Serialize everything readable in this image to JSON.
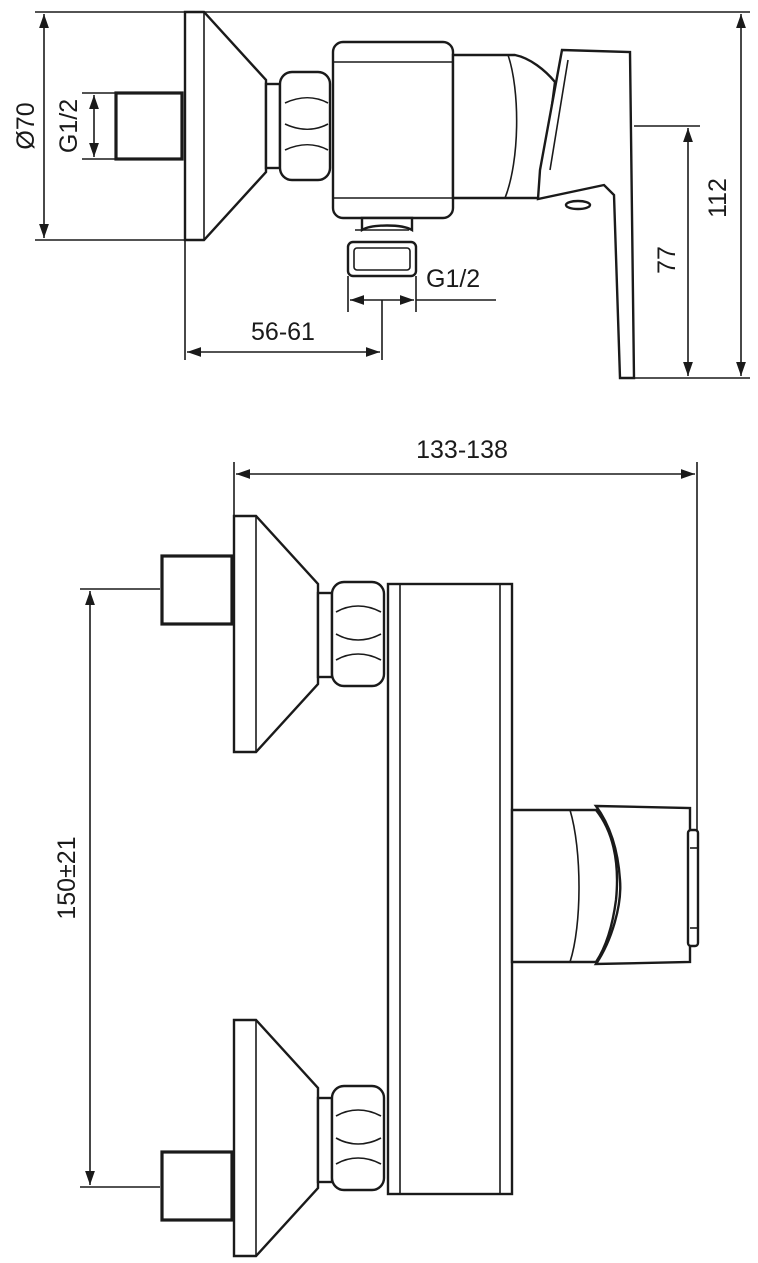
{
  "dimensions": {
    "diameter_label": "Ø70",
    "inlet_thread_label": "G1/2",
    "outlet_thread_label": "G1/2",
    "wall_distance_label": "56-61",
    "lever_height_label": "77",
    "total_height_label": "112",
    "total_length_label": "133-138",
    "inlet_spacing_label": "150±21"
  }
}
